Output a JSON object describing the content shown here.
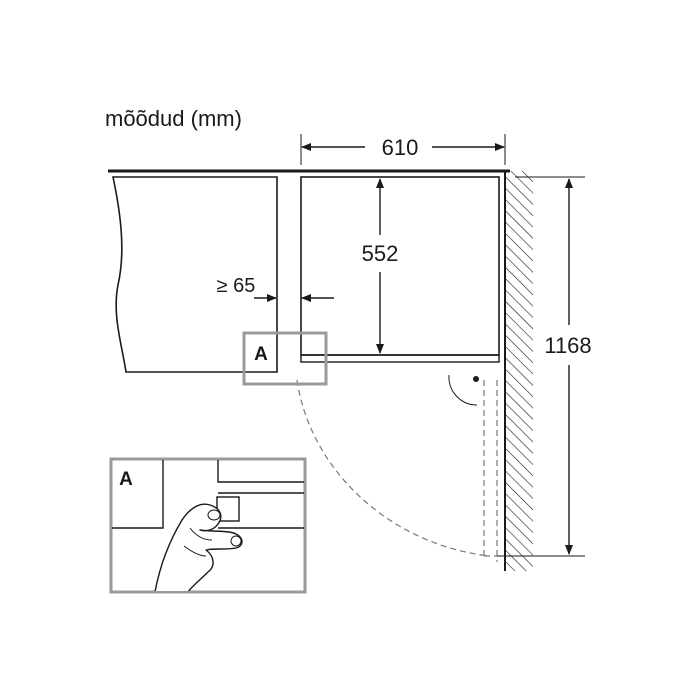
{
  "title": "mõõdud (mm)",
  "dimensions": {
    "cabinet_width": "610",
    "interior_depth": "552",
    "min_gap": "≥ 65",
    "door_swing_depth": "1168"
  },
  "detail_marker": {
    "main": "A",
    "inset": "A"
  },
  "colors": {
    "line": "#1a1a1a",
    "detail_box": "#9a9a9a",
    "dashed": "#7a7a7a"
  }
}
